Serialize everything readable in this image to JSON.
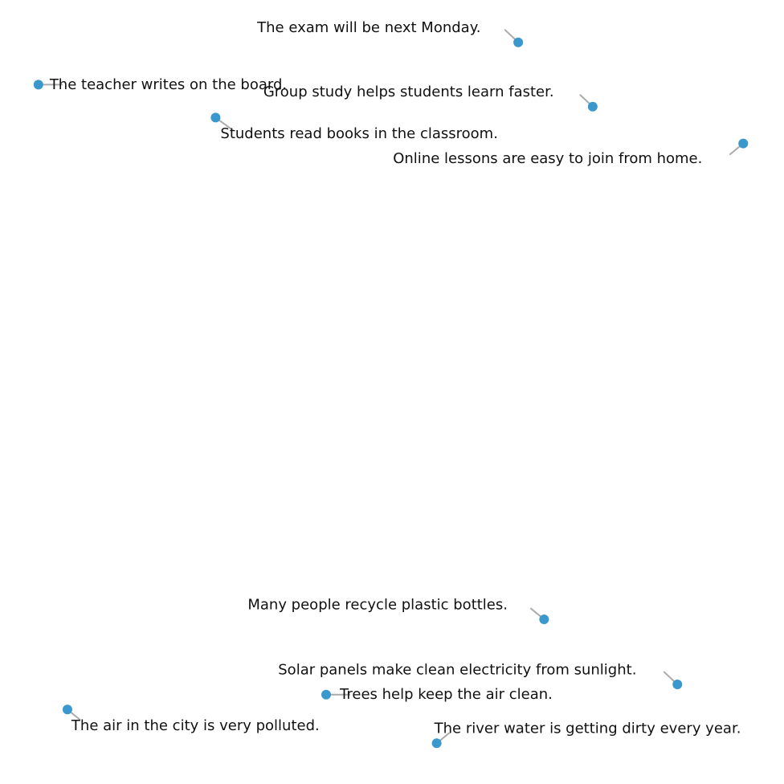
{
  "chart_data": {
    "type": "scatter",
    "title": "",
    "xlabel": "",
    "ylabel": "",
    "xlim": [
      0,
      100
    ],
    "ylim": [
      0,
      100
    ],
    "grid": false,
    "axes_visible": false,
    "point_color": "#3a98cc",
    "leader_color": "#aaaaaa",
    "points": [
      {
        "label": "The exam will be next Monday.",
        "x": 66.1,
        "y": 94.6
      },
      {
        "label": "The teacher writes on the board.",
        "x": 4.9,
        "y": 89.2
      },
      {
        "label": "Group study helps students learn faster.",
        "x": 75.6,
        "y": 86.4
      },
      {
        "label": "Students read books in the classroom.",
        "x": 27.5,
        "y": 85.0
      },
      {
        "label": "Online lessons are easy to join from home.",
        "x": 94.8,
        "y": 81.7
      },
      {
        "label": "Many people recycle plastic bottles.",
        "x": 69.4,
        "y": 21.0
      },
      {
        "label": "Solar panels make clean electricity from sunlight.",
        "x": 86.4,
        "y": 12.7
      },
      {
        "label": "Trees help keep the air clean.",
        "x": 41.6,
        "y": 11.4
      },
      {
        "label": "The air in the city is very polluted.",
        "x": 8.6,
        "y": 9.5
      },
      {
        "label": "The river water is getting dirty every year.",
        "x": 55.7,
        "y": 5.2
      }
    ]
  }
}
